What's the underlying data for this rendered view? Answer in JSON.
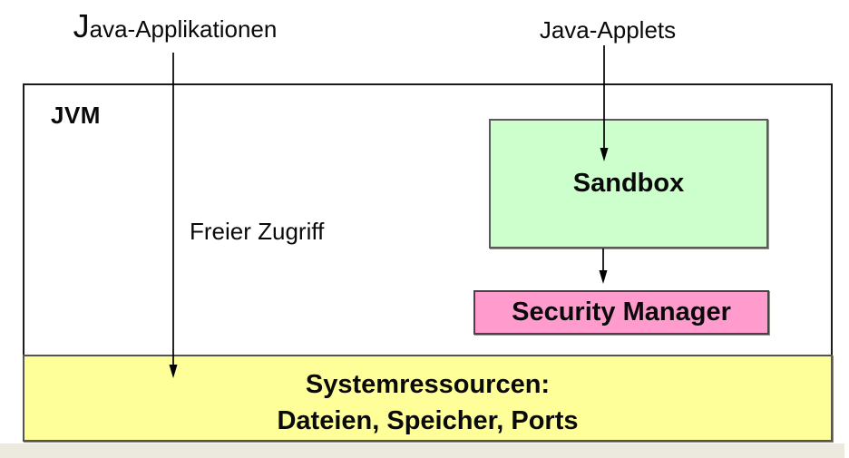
{
  "diagram": {
    "title_left": "Java-Applikationen",
    "title_right": "Java-Applets",
    "jvm_label": "JVM",
    "free_access_label": "Freier Zugriff",
    "sandbox_label": "Sandbox",
    "security_manager_label": "Security Manager",
    "system_resources_line1": "Systemressourcen:",
    "system_resources_line2": "Dateien, Speicher, Ports"
  },
  "colors": {
    "sandbox_fill": "#ccffcc",
    "security_manager_fill": "#ff9ccd",
    "system_resources_fill": "#ffff99",
    "box_border": "#555555",
    "outer_border": "#1c1c1c",
    "arrow_color": "#000000",
    "canvas_background": "#ffffff",
    "footer_strip": "#ece9de"
  },
  "arrows": [
    {
      "name": "applications-to-resources",
      "from": "Java-Applikationen",
      "to": "Systemressourcen",
      "label": "Freier Zugriff"
    },
    {
      "name": "applets-to-sandbox",
      "from": "Java-Applets",
      "to": "Sandbox",
      "label": ""
    },
    {
      "name": "sandbox-to-security-manager",
      "from": "Sandbox",
      "to": "Security Manager",
      "label": ""
    }
  ]
}
